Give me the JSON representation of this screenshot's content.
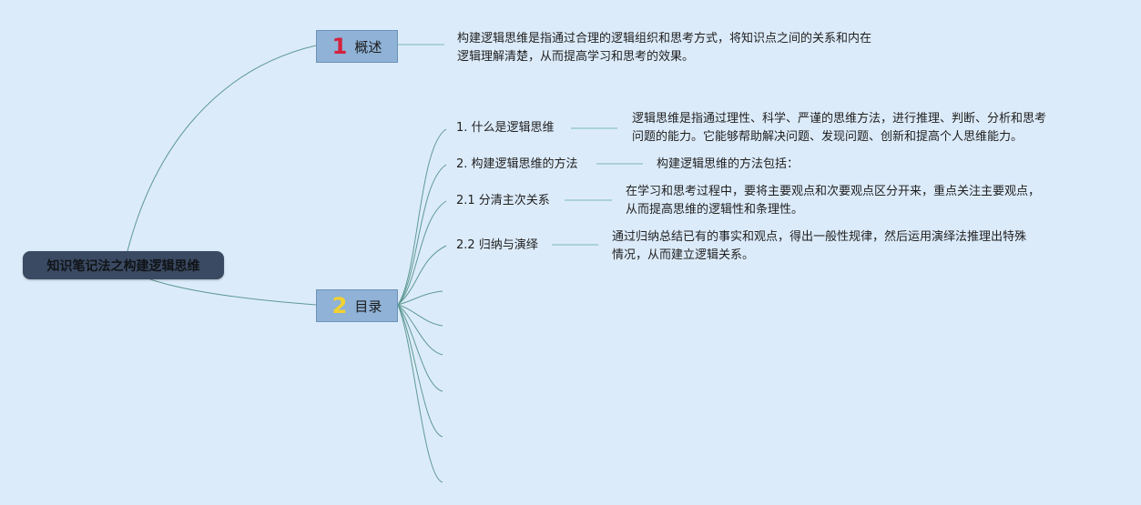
{
  "root": {
    "label": "知识笔记法之构建逻辑思维"
  },
  "branches": [
    {
      "number": "1",
      "number_color": "#d4213d",
      "label": "概述",
      "description": [
        "构建逻辑思维是指通过合理的逻辑组织和思考方式，将知识点之间的关系和内在",
        "逻辑理解清楚，从而提高学习和思考的效果。"
      ]
    },
    {
      "number": "2",
      "number_color": "#f2d230",
      "label": "目录",
      "children": [
        {
          "label": "1. 什么是逻辑思维",
          "description": [
            "逻辑思维是指通过理性、科学、严谨的思维方法，进行推理、判断、分析和思考",
            "问题的能力。它能够帮助解决问题、发现问题、创新和提高个人思维能力。"
          ]
        },
        {
          "label": "2. 构建逻辑思维的方法",
          "description": [
            "构建逻辑思维的方法包括："
          ]
        },
        {
          "label": "2.1 分清主次关系",
          "description": [
            "在学习和思考过程中，要将主要观点和次要观点区分开来，重点关注主要观点，",
            "从而提高思维的逻辑性和条理性。"
          ]
        },
        {
          "label": "2.2 归纳与演绎",
          "description": [
            "通过归纳总结已有的事实和观点，得出一般性规律，然后运用演绎法推理出特殊",
            "情况，从而建立逻辑关系。"
          ]
        }
      ],
      "empty_children": 6
    }
  ],
  "colors": {
    "background": "#dcebfa",
    "line": "#5e9a93",
    "root_fill": "#3b4a63",
    "main_fill": "#8fb2d6"
  }
}
